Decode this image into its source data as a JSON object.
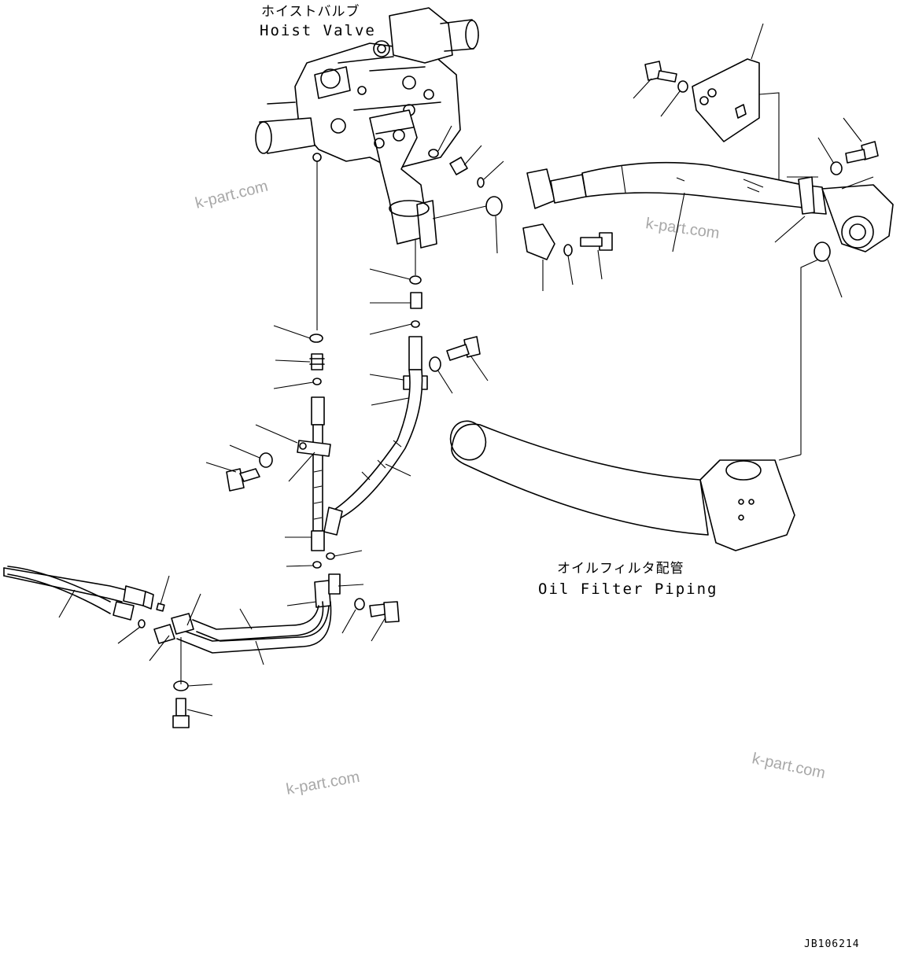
{
  "hoist_valve": {
    "label_jp": "ホイストバルブ",
    "label_en": "Hoist Valve"
  },
  "oil_filter": {
    "label_jp": "オイルフィルタ配管",
    "label_en": "Oil Filter Piping"
  },
  "watermark": "k-part.com",
  "drawing_code": "JB106214"
}
